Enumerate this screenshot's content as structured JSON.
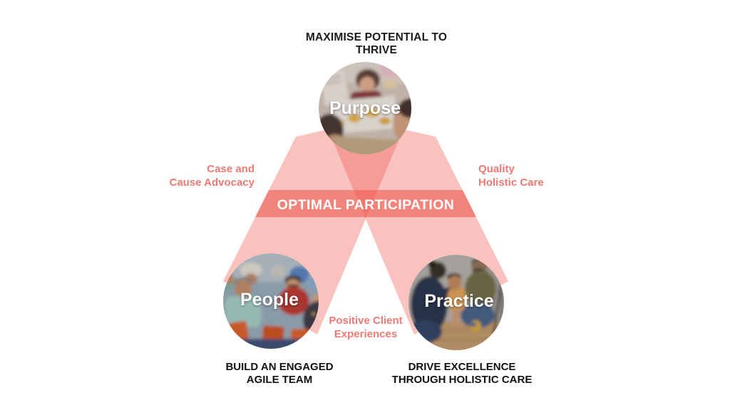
{
  "diagram": {
    "title": "MAXIMISE POTENTIAL TO THRIVE",
    "center_label": "OPTIMAL PARTICIPATION",
    "nodes": {
      "purpose": {
        "label": "Purpose",
        "photo": "teacher holding artwork with children"
      },
      "people": {
        "label": "People",
        "photo": "group of seniors seated in activity room",
        "caption_line1": "BUILD AN ENGAGED",
        "caption_line2": "AGILE TEAM"
      },
      "practice": {
        "label": "Practice",
        "photo": "therapists helping child with ball exercise",
        "caption_line1": "DRIVE EXCELLENCE",
        "caption_line2": "THROUGH HOLISTIC CARE"
      }
    },
    "edges": {
      "left": {
        "line1": "Case and",
        "line2": "Cause Advocacy"
      },
      "right": {
        "line1": "Quality",
        "line2": "Holistic Care"
      },
      "bottom": {
        "line1": "Positive Client",
        "line2": "Experiences"
      }
    },
    "colors": {
      "salmon_base": "#EF5F53",
      "leg_tint": "#F9C8C3",
      "band_tint": "#F59D96",
      "accent_text": "#ED7A74",
      "title_text": "#1A1A1A",
      "circle_label_text": "#FFFFFF"
    }
  }
}
